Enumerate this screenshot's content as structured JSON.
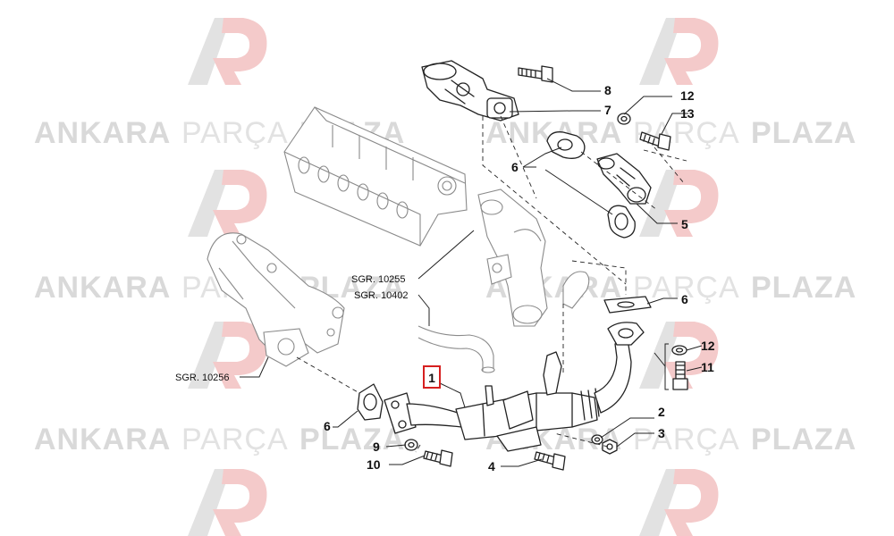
{
  "colors": {
    "watermark_text": "#d9d9d9",
    "watermark_logo_red": "#f3c9c9",
    "watermark_logo_gray": "#dedede",
    "highlight_box": "#d62020",
    "line_art": "#222222",
    "background": "#ffffff"
  },
  "watermark": {
    "word1": "ANKARA",
    "word2": "PARÇA",
    "word3": "PLAZA"
  },
  "callouts": {
    "c1": "1",
    "c2": "2",
    "c3": "3",
    "c4": "4",
    "c5": "5",
    "c6a": "6",
    "c6b": "6",
    "c6c": "6",
    "c7": "7",
    "c8": "8",
    "c9": "9",
    "c10": "10",
    "c11": "11",
    "c12a": "12",
    "c12b": "12",
    "c13": "13"
  },
  "references": {
    "r10255": "SGR. 10255",
    "r10402": "SGR. 10402",
    "r10256": "SGR. 10256"
  },
  "highlighted_part": "1"
}
